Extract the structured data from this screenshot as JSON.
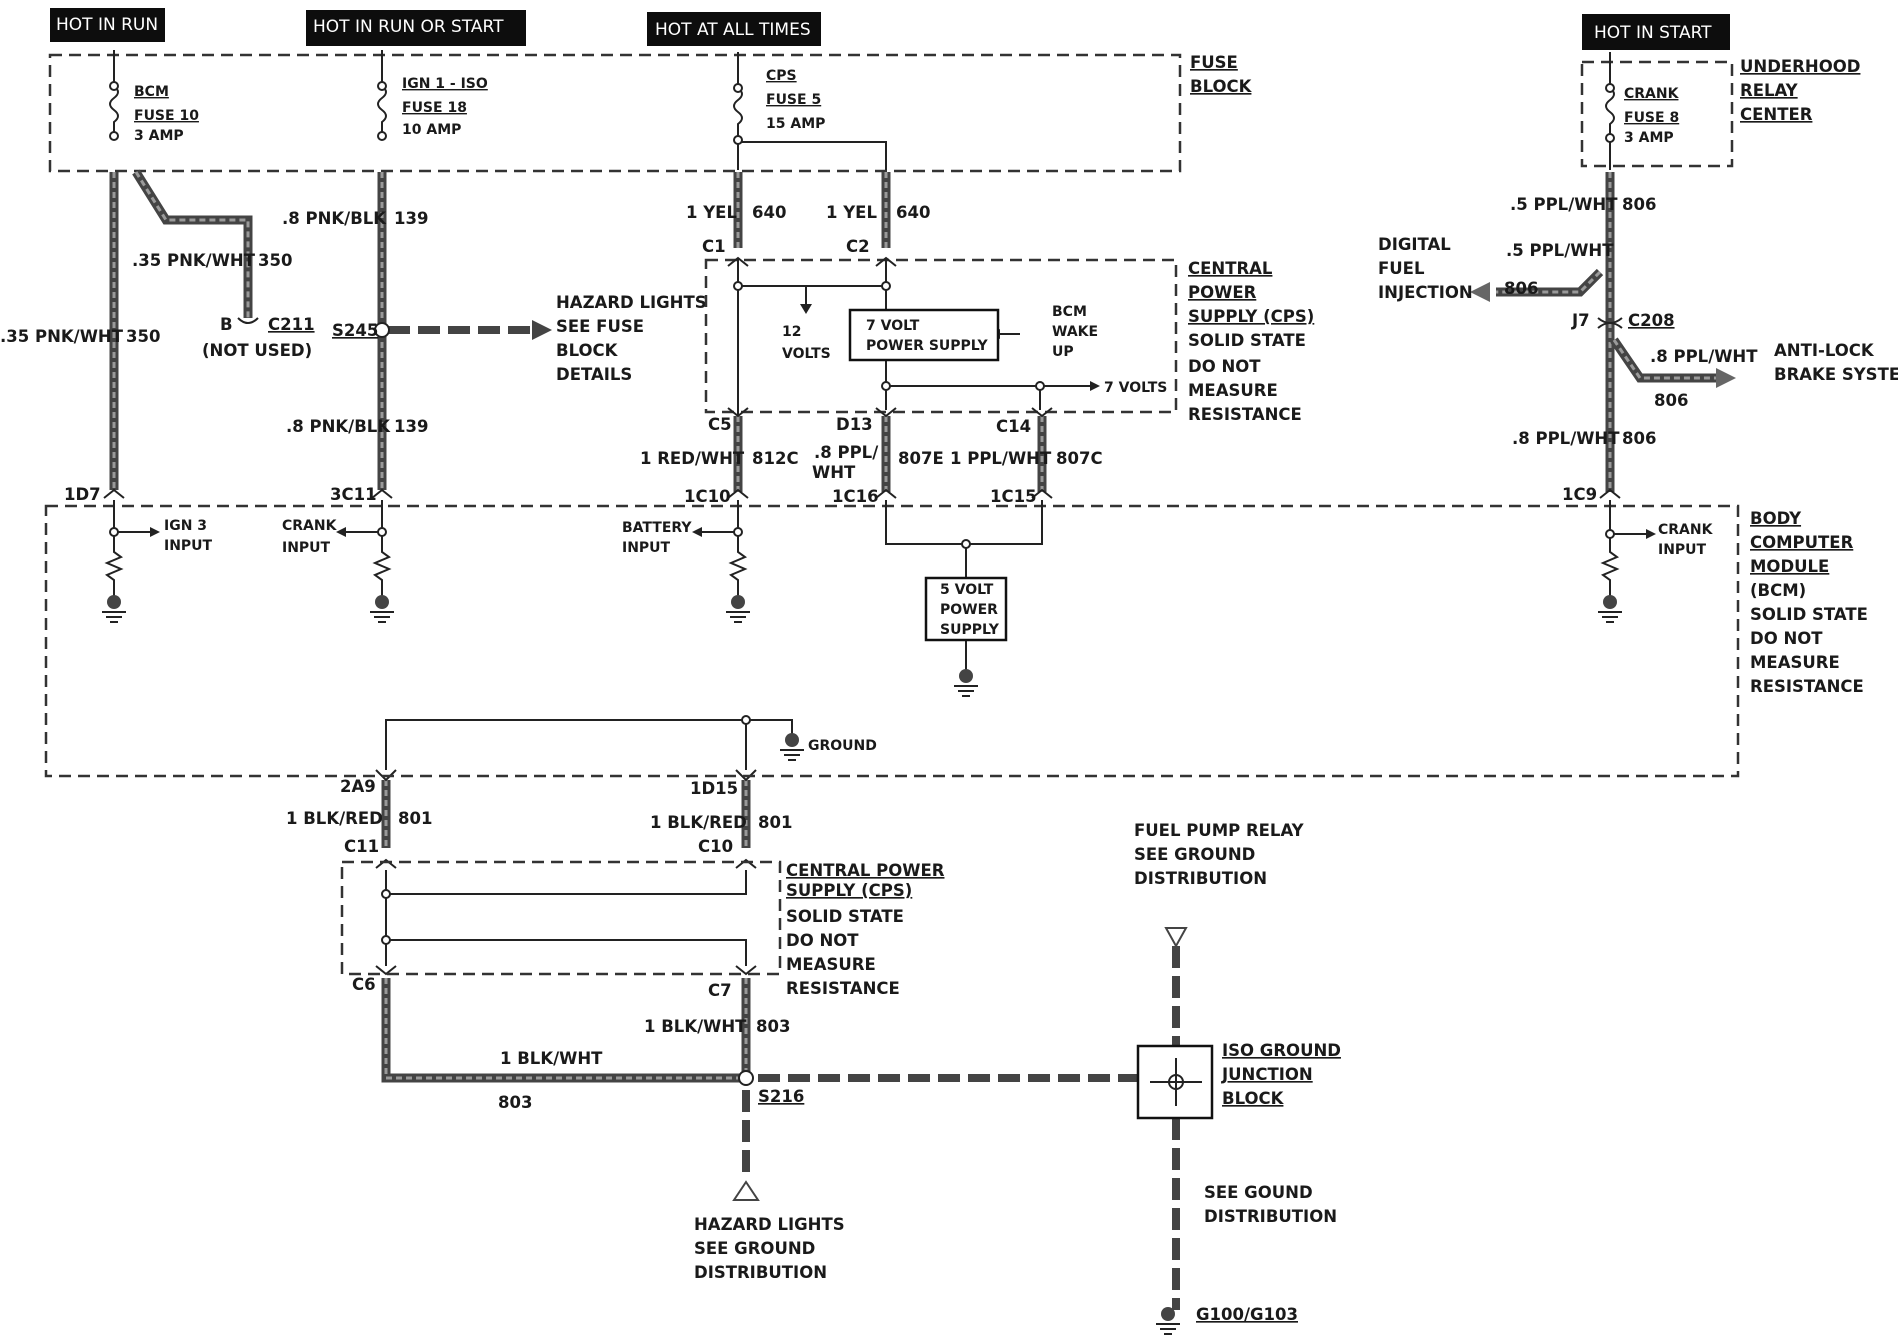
{
  "headers": {
    "hot_in_run": "HOT IN RUN",
    "hot_in_run_or_start": "HOT IN RUN OR START",
    "hot_at_all_times": "HOT AT ALL TIMES",
    "hot_in_start": "HOT IN START"
  },
  "fuse_block": {
    "title1": "FUSE",
    "title2": "BLOCK",
    "bcm_fuse": [
      "BCM",
      "FUSE 10",
      "3 AMP"
    ],
    "ign_fuse": [
      "IGN 1 - ISO",
      "FUSE 18",
      "10 AMP"
    ],
    "cps_fuse": [
      "CPS",
      "FUSE 5",
      "15 AMP"
    ]
  },
  "relay_center": {
    "title": [
      "UNDERHOOD",
      "RELAY",
      "CENTER"
    ],
    "fuse": [
      "CRANK",
      "FUSE 8",
      "3 AMP"
    ]
  },
  "wires": {
    "w350a": ".35 PNK/WHT",
    "c350a": "350",
    "w350b": ".35 PNK/WHT",
    "c350b": "350",
    "w139a": ".8 PNK/BLK",
    "c139a": "139",
    "w139b": ".8 PNK/BLK",
    "c139b": "139",
    "w640a": "1 YEL",
    "c640a": "640",
    "w640b": "1 YEL",
    "c640b": "640",
    "w812": "1 RED/WHT",
    "c812": "812C",
    "w807e_1": ".8  PPL/",
    "w807e_2": "WHT",
    "c807e": "807E",
    "w807c": "1 PPL/WHT",
    "c807c": "807C",
    "w806a": ".5 PPL/WHT",
    "c806a": "806",
    "w806b": ".5 PPL/WHT",
    "c806b": "806",
    "w806c": ".8 PPL/WHT",
    "c806c": "806",
    "w806d": ".8 PPL/WHT",
    "c806d": "806",
    "w801a": "1 BLK/RED",
    "c801a": "801",
    "w801b": "1 BLK/RED",
    "c801b": "801",
    "w803a": "1 BLK/WHT",
    "c803a": "803",
    "w803b": "1 BLK/WHT",
    "c803b": "803"
  },
  "connectors": {
    "c211_pin": "B",
    "c211": "C211",
    "not_used": "(NOT USED)",
    "s245": "S245",
    "c1": "C1",
    "c2": "C2",
    "c5": "C5",
    "d13": "D13",
    "c14": "C14",
    "j7": "J7",
    "c208": "C208",
    "p1d7": "1D7",
    "p3c11": "3C11",
    "p1c10": "1C10",
    "p1c16": "1C16",
    "p1c15": "1C15",
    "p1c9": "1C9",
    "p2a9": "2A9",
    "p1d15": "1D15",
    "c11": "C11",
    "c10": "C10",
    "c6": "C6",
    "c7": "C7",
    "s216": "S216",
    "g100": "G100/G103"
  },
  "cps_top": {
    "title": [
      "CENTRAL",
      "POWER",
      "SUPPLY (CPS)",
      "SOLID STATE",
      "DO NOT",
      "MEASURE",
      "RESISTANCE"
    ],
    "v7_box": [
      "7 VOLT",
      "POWER SUPPLY"
    ],
    "v12": [
      "12",
      "VOLTS"
    ],
    "wake": [
      "BCM",
      "WAKE",
      "UP"
    ],
    "v7_out": "7 VOLTS"
  },
  "hazard_top": [
    "HAZARD LIGHTS",
    "SEE FUSE",
    "BLOCK",
    "DETAILS"
  ],
  "dfi": [
    "DIGITAL",
    "FUEL",
    "INJECTION"
  ],
  "abs": [
    "ANTI-LOCK",
    "BRAKE SYSTEM"
  ],
  "bcm": {
    "title": [
      "BODY",
      "COMPUTER",
      "MODULE",
      "(BCM)",
      "SOLID STATE",
      "DO NOT",
      "MEASURE",
      "RESISTANCE"
    ],
    "ign3": [
      "IGN 3",
      "INPUT"
    ],
    "crank1": [
      "CRANK",
      "INPUT"
    ],
    "battery": [
      "BATTERY",
      "INPUT"
    ],
    "crank2": [
      "CRANK",
      "INPUT"
    ],
    "v5_box": [
      "5 VOLT",
      "POWER",
      "SUPPLY"
    ],
    "ground": "GROUND"
  },
  "cps_bottom": {
    "title": [
      "CENTRAL POWER",
      "SUPPLY (CPS)",
      "SOLID STATE",
      "DO NOT",
      "MEASURE",
      "RESISTANCE"
    ]
  },
  "fuel_pump": [
    "FUEL PUMP RELAY",
    "SEE GROUND",
    "DISTRIBUTION"
  ],
  "iso_ground": [
    "ISO GROUND",
    "JUNCTION",
    "BLOCK"
  ],
  "see_ground": [
    "SEE GOUND",
    "DISTRIBUTION"
  ],
  "hazard_bottom": [
    "HAZARD LIGHTS",
    "SEE GROUND",
    "DISTRIBUTION"
  ]
}
